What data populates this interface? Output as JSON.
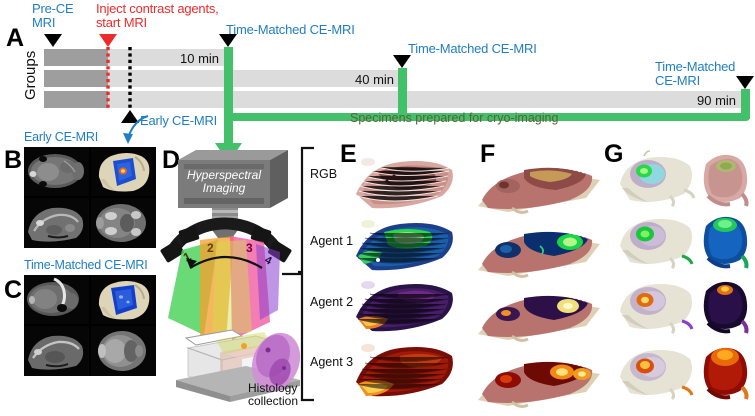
{
  "figure": {
    "panels": [
      "A",
      "B",
      "C",
      "D",
      "E",
      "F",
      "G"
    ]
  },
  "panelA": {
    "letter": "A",
    "axis_label": "Groups",
    "markers": [
      {
        "name": "pre-ce-mri",
        "label": "Pre-CE\nMRI",
        "color": "#1f7ec4",
        "type": "down"
      },
      {
        "name": "inject-contrast",
        "label": "Inject contrast agents,\nstart MRI",
        "color": "#ee2b2b",
        "type": "down"
      },
      {
        "name": "early-ce-mri",
        "label": "Early CE-MRI",
        "color": "#1f7ec4",
        "type": "up"
      },
      {
        "name": "time-matched-10",
        "label": "Time-Matched CE-MRI",
        "color": "#1f7ec4",
        "type": "down"
      },
      {
        "name": "time-matched-40",
        "label": "Time-Matched CE-MRI",
        "color": "#1f7ec4",
        "type": "down"
      },
      {
        "name": "time-matched-90",
        "label": "Time-Matched\nCE-MRI",
        "color": "#1f7ec4",
        "type": "down"
      }
    ],
    "marker_labels": {
      "pre_ce_line1": "Pre-CE",
      "pre_ce_line2": "MRI",
      "inject_line1": "Inject contrast agents,",
      "inject_line2": "start MRI",
      "early_ce": "Early CE-MRI",
      "tm_10": "Time-Matched CE-MRI",
      "tm_40": "Time-Matched CE-MRI",
      "tm_90_line1": "Time-Matched",
      "tm_90_line2": "CE-MRI"
    },
    "timepoints": [
      "10 min",
      "40 min",
      "90 min"
    ],
    "cryo_text": "Specimens prepared for cryo-imaging",
    "colors": {
      "bar_dark": "#9e9e9e",
      "bar_light": "#dcdcdc",
      "green": "#43c06a",
      "blue": "#1f7ec4",
      "red": "#ee2b2b"
    }
  },
  "panelB": {
    "letter": "B",
    "title": "Early CE-MRI",
    "callout_label": "Early CE-MRI"
  },
  "panelC": {
    "letter": "C",
    "title": "Time-Matched CE-MRI"
  },
  "panelD": {
    "letter": "D",
    "device_line1": "Hyperspectral",
    "device_line2": "Imaging",
    "light_numbers": [
      "1",
      "2",
      "3"
    ],
    "histology_line1": "Histology",
    "histology_line2": "collection"
  },
  "panelE": {
    "letter": "E",
    "rows": [
      "RGB",
      "Agent 1",
      "Agent 2",
      "Agent 3"
    ]
  },
  "panelF": {
    "letter": "F"
  },
  "panelG": {
    "letter": "G"
  }
}
